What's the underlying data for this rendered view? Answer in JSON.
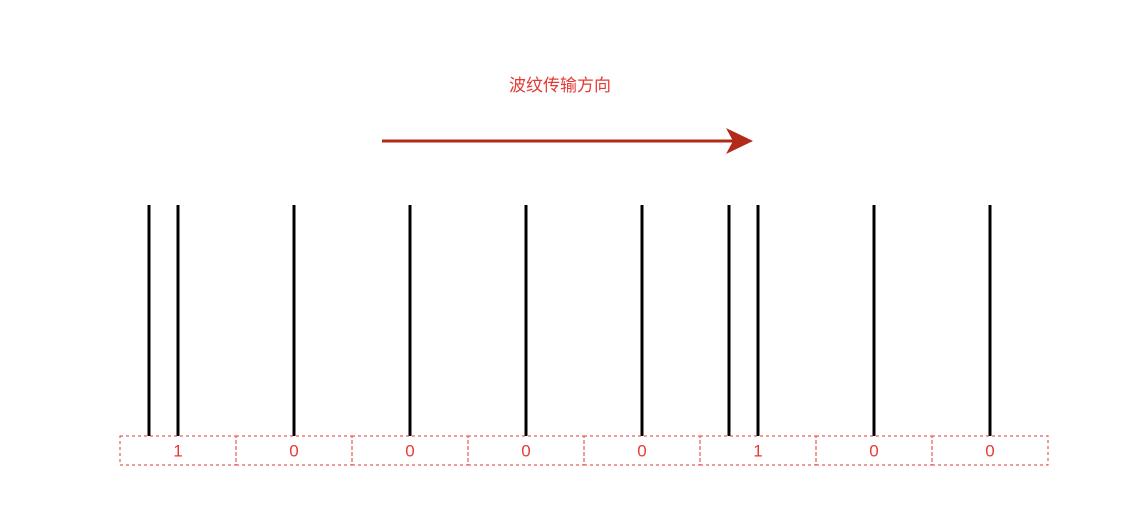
{
  "direction_label": "波纹传输方向",
  "bits": [
    "1",
    "0",
    "0",
    "0",
    "0",
    "1",
    "0",
    "0"
  ],
  "pulses_per_cell": [
    2,
    1,
    1,
    1,
    1,
    2,
    1,
    1
  ],
  "colors": {
    "arrow": "#b22a1a",
    "label": "#e53935",
    "cell_border": "#e53935",
    "pulse_line": "#000000",
    "background": "#ffffff"
  }
}
